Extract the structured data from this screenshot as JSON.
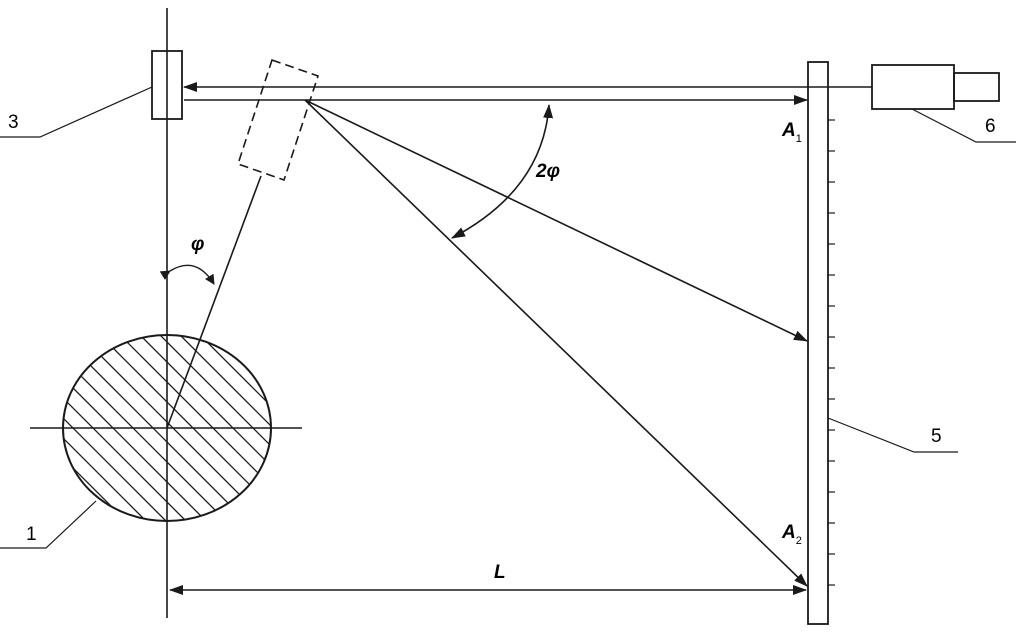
{
  "labels": {
    "n1": "1",
    "n3": "3",
    "n5": "5",
    "n6": "6",
    "phi": "φ",
    "two_phi": "2φ",
    "L": "L",
    "A1_letter": "A",
    "A1_sub": "1",
    "A2_letter": "A",
    "A2_sub": "2"
  },
  "colors": {
    "stroke": "#1a1a1a",
    "hatch": "#1a1a1a",
    "background": "#ffffff"
  }
}
